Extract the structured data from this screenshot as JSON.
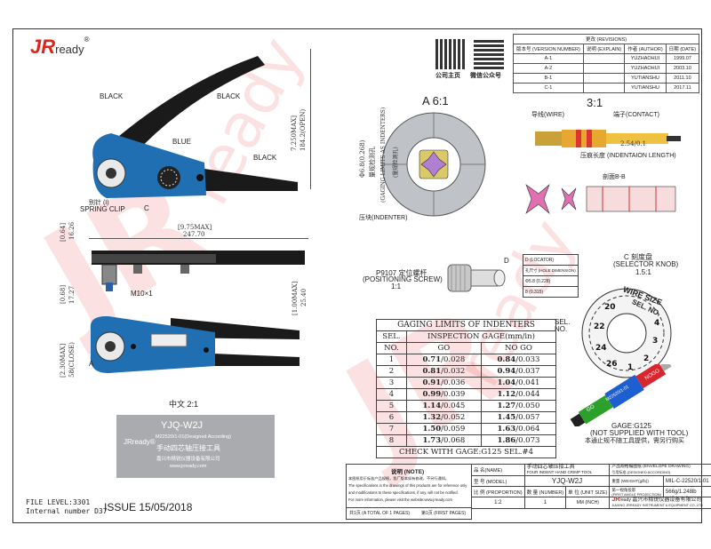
{
  "brand": {
    "jr": "JR",
    "ready": "ready",
    "reg": "®"
  },
  "revisions": {
    "title": "更改 (REVISIONS)",
    "headers": [
      "版本号 (VERSION NUMBER)",
      "说明 (EXPLAIN)",
      "作者 (AUTHOR)",
      "日期 (DATE)"
    ],
    "rows": [
      [
        "A-1",
        "",
        "YUZHAOHUI",
        "1999.07"
      ],
      [
        "A-2",
        "",
        "YUZHAOHUI",
        "2003.10"
      ],
      [
        "B-1",
        "",
        "YUTIANSHU",
        "2011.10"
      ],
      [
        "C-1",
        "",
        "YUTIANSHU",
        "2017.11"
      ]
    ]
  },
  "qr": {
    "left_caption": "公司主页",
    "right_caption": "微信公众号"
  },
  "tool_labels": {
    "black1": "BLACK",
    "black2": "BLACK",
    "black3": "BLACK",
    "blue": "BLUE",
    "clip_cn": "别针 (I)",
    "clip_en": "SPRING CLIP",
    "c": "C",
    "m10": "M10×1",
    "a": "A"
  },
  "dims": {
    "h1a": "7.250MAX]",
    "h1b": "184.2(OPEN)",
    "len_a": "[9.75MAX]",
    "len_b": "247.70",
    "d064a": "[0.64]",
    "d064b": "16.26",
    "d068a": "[0.68]",
    "d068b": "17.27",
    "d100a": "[1.00MAX]",
    "d100b": "25.40",
    "d230a": "[2.30MAX]",
    "d230b": "58(CLOSE)"
  },
  "scale_main": "中文  2:1",
  "detailA": {
    "title": "A  6:1",
    "dim_a": "Φ6.8(0.268)",
    "dim_b": "量规检测孔",
    "gauging_cn": "(量规检测孔)",
    "gauging_en": "(GAGING LIMITS AS INDENTERS)",
    "indenter": "压块(INDENTER)"
  },
  "detail31": {
    "title": "3:1",
    "wire": "导线(WIRE)",
    "contact": "端子(CONTACT)",
    "dim": "2.54/0.1",
    "length": "压痕长度 (INDENTAION LENGTH)",
    "section": "剖面B-B"
  },
  "locator": {
    "head": "D (LOCATOR)",
    "row1": "孔尺寸 (HOLE DIMENSION)",
    "row2": "Φ5.8  (0.228)",
    "row3": "8  (0.315)",
    "d": "D",
    "p_cn": "P9107  定位螺杆",
    "p_en": "(POSITIONING SCREW)",
    "p_scale": "1:1"
  },
  "knob": {
    "c_label": "C  刻度盘",
    "en": "(SELECTOR KNOB)",
    "scale": "1.5:1",
    "wire_size": "WIRE SIZE",
    "sel_no": "SEL. NO.",
    "sel_left": "SEL.",
    "no_left": "NO."
  },
  "gaging": {
    "title": "GAGING LIMITS OF INDENTERS",
    "sel": "SEL.",
    "no": "NO.",
    "inspection": "INSPECTION GAGE(mm/in)",
    "go": "GO",
    "nogo": "NO GO",
    "rows": [
      {
        "sel": "1",
        "go": "0.71",
        "go_in": "/0.028",
        "nogo": "0.84",
        "nogo_in": "/0.033"
      },
      {
        "sel": "2",
        "go": "0.81",
        "go_in": "/0.032",
        "nogo": "0.94",
        "nogo_in": "/0.037"
      },
      {
        "sel": "3",
        "go": "0.91",
        "go_in": "/0.036",
        "nogo": "1.04",
        "nogo_in": "/0.041"
      },
      {
        "sel": "4",
        "go": "0.99",
        "go_in": "/0.039",
        "nogo": "1.12",
        "nogo_in": "/0.044"
      },
      {
        "sel": "5",
        "go": "1.14",
        "go_in": "/0.045",
        "nogo": "1.27",
        "nogo_in": "/0.050"
      },
      {
        "sel": "6",
        "go": "1.32",
        "go_in": "/0.052",
        "nogo": "1.45",
        "nogo_in": "/0.057"
      },
      {
        "sel": "7",
        "go": "1.50",
        "go_in": "/0.059",
        "nogo": "1.63",
        "nogo_in": "/0.064"
      },
      {
        "sel": "8",
        "go": "1.73",
        "go_in": "/0.068",
        "nogo": "1.86",
        "nogo_in": "/0.073"
      }
    ],
    "check": "CHECK WITH GAGE:G125 SEL.#4"
  },
  "gage": {
    "l1": "GAGE:G125",
    "l2": "(NOT SUPPLIED WITH TOOL)",
    "l3": "本通止规不随工具提供，需另行购买",
    "go_text": "GO",
    "nogo_text": "NOGO",
    "m22520": "M22520/1-01"
  },
  "card": {
    "model": "YJQ-W2J",
    "brand": "JRready®",
    "spec": "M22520/1-01(Designed According)",
    "cn_name": "手动四芯轴压接工具",
    "company": "嘉兴市精锐仪器设备有限公司",
    "url": "www.jrready.com"
  },
  "file_level": "FILE LEVEL:3301",
  "internal": "Internal number D37",
  "issue": "ISSUE  15/05/2018",
  "notes": {
    "title": "说明 (NOTE)",
    "l1": "本图纸用于标准产品规格，我厂版本如有修改，不另行通知。",
    "l2": "The specifications in the drawings of this products are for reference only",
    "l3": "and modifications to these specifications, if any, will not be notified.",
    "l4": "For more information, please visit the website:www.jrready.com"
  },
  "titleblock": {
    "name_label": "品  名(NAME)",
    "name_cn": "手动四芯轴压接工具",
    "name_en": "FOUR INDENT HAND CRIMP TOOL",
    "model_label": "型  号 (MODEL)",
    "model": "YJQ-W2J",
    "ratio_label": "比  例 (PROPORTION)",
    "qty_label": "数 量 (NUMBER)",
    "unit_label": "单 位 (UNIT SIZE)",
    "ratio": "1:2",
    "qty": "1",
    "unit": "MM (INCH)",
    "drawing_label": "产品规格编图纸 (ENVELOPE DRAWING)",
    "std_label": "引用标准 (DESIGNED ACCORDING)",
    "std": "MIL-C-22520/1-01",
    "weight_label": "重量 (WEIGHT(g/lb))",
    "weight": "566g/1.248lb",
    "proj_label": "第一视角投影",
    "proj_en": "(FIRST ANGLE PROJECTION)",
    "company_cn": "嘉兴市精锐仪器设备有限公司",
    "company_en": "JIAXING JRREADY INSTRUMENT & EQUIPMENT CO.,LTD",
    "total_pages": "共1页 (A TOTAL OF 1 PAGES)",
    "first_page": "第1页 (FIRST PAGES)"
  },
  "watermark": {
    "jr": "JR",
    "ready": "ready"
  }
}
